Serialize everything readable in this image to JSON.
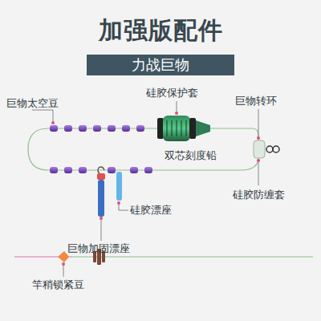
{
  "diagram": {
    "title": "加强版配件",
    "nodes": [
      {
        "text": [
          "力战巨物"
        ]
      }
    ],
    "labels": [
      "巨物太空豆",
      "硅胶保护套",
      "巨物转环",
      "双芯刻度铅",
      "硅胶防缠套",
      "巨物加固漂座",
      "硅胶漂座",
      "竿稍锁紧豆"
    ]
  }
}
